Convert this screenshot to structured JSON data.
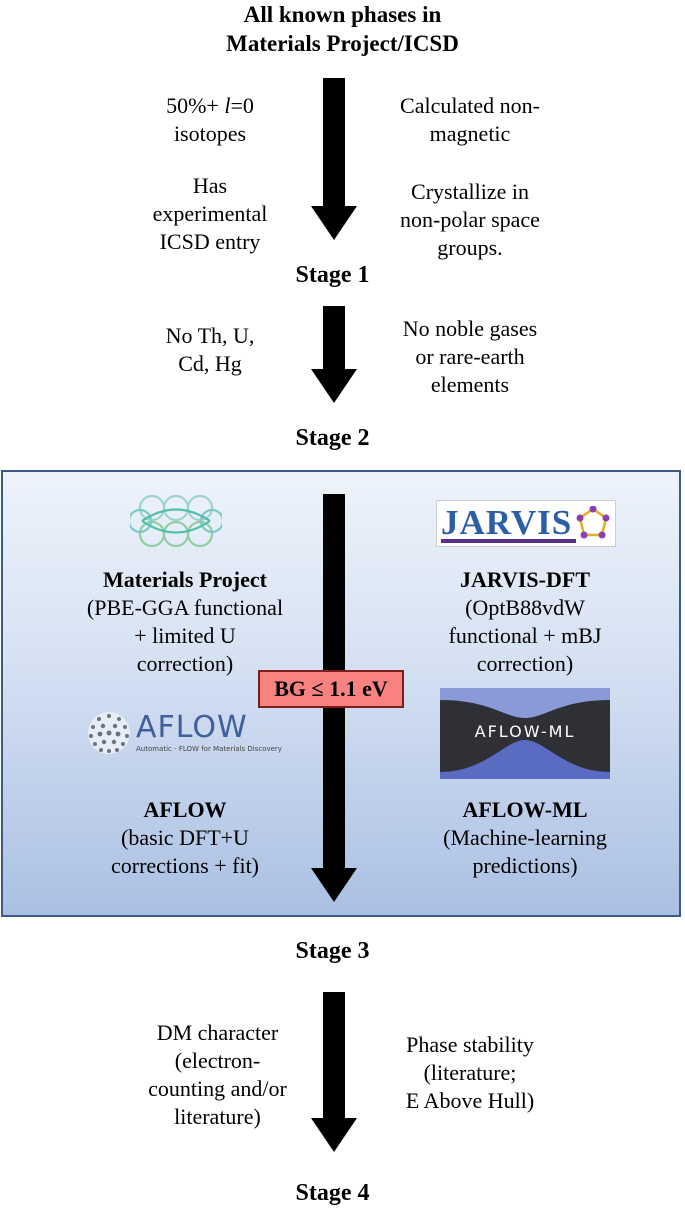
{
  "header": {
    "title_line1": "All known phases in",
    "title_line2": "Materials Project/ICSD"
  },
  "stage1": {
    "left_a": [
      "50%+ ",
      "l",
      "=0",
      "isotopes"
    ],
    "left_b": [
      "Has",
      "experimental",
      "ICSD entry"
    ],
    "right_a": [
      "Calculated non-",
      "magnetic"
    ],
    "right_b": [
      "Crystallize in",
      "non-polar space",
      "groups."
    ],
    "label": "Stage 1"
  },
  "stage2": {
    "left": [
      "No Th, U,",
      "Cd, Hg"
    ],
    "right": [
      "No noble gases",
      "or rare-earth",
      "elements"
    ],
    "label": "Stage 2"
  },
  "stage3": {
    "filter": "BG ≤ 1.1 eV",
    "mp": {
      "name": "Materials Project",
      "desc": [
        "(PBE-GGA functional",
        "+ limited U",
        "correction)"
      ]
    },
    "jarvis": {
      "name": "JARVIS-DFT",
      "desc": [
        "(OptB88vdW",
        "functional + mBJ",
        "correction)"
      ],
      "logo_text": "JARVIS"
    },
    "aflow": {
      "name": "AFLOW",
      "desc": [
        "(basic DFT+U",
        "corrections + fit)"
      ],
      "logo_text": "AFLOW",
      "logo_sub": "Automatic - FLOW for Materials Discovery"
    },
    "aflowml": {
      "name": "AFLOW-ML",
      "desc": [
        "(Machine-learning",
        "predictions)"
      ],
      "logo_text": "AFLOW-ML"
    },
    "label": "Stage 3"
  },
  "stage4": {
    "left": [
      "DM character",
      "(electron-",
      "counting and/or",
      "literature)"
    ],
    "right": [
      "Phase stability",
      "(literature;",
      "E Above Hull)"
    ],
    "label": "Stage 4"
  },
  "colors": {
    "panel_border": "#3b5a8a",
    "filter_fill": "#f7827f",
    "filter_border": "#7a1e1e"
  }
}
